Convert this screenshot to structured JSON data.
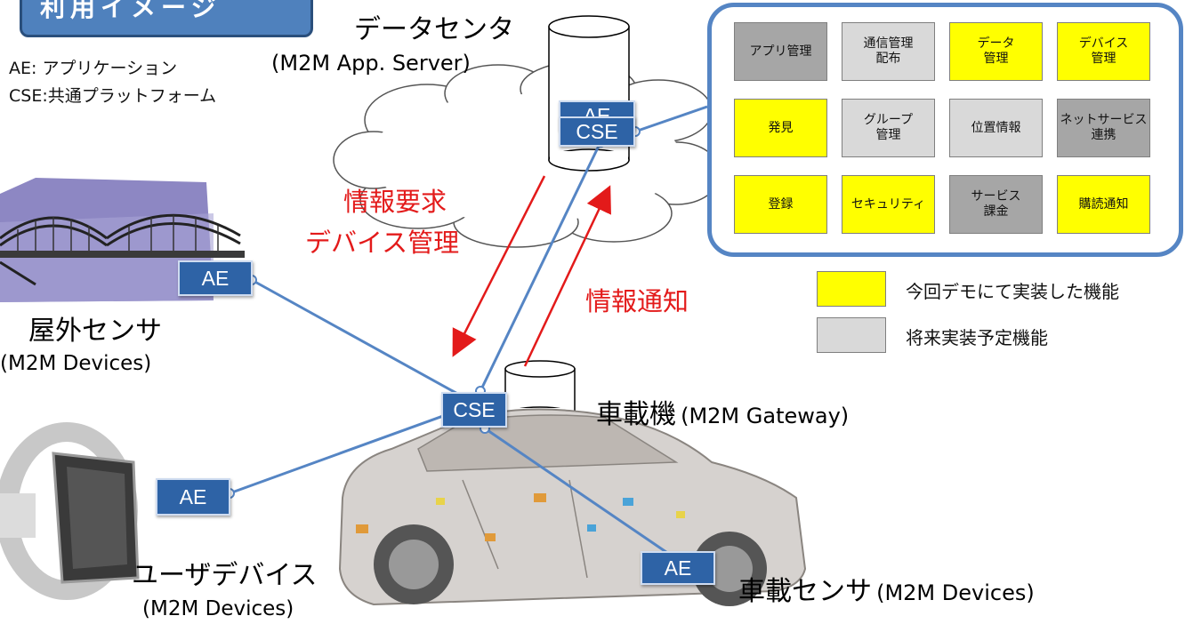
{
  "title_tab": {
    "text": "利用イメージ"
  },
  "abbrev": {
    "ae": "AE: アプリケーション",
    "cse": "CSE:共通プラットフォーム"
  },
  "data_center": {
    "name": "データセンタ",
    "sub": "(M2M App. Server)",
    "ae": "AE",
    "cse": "CSE"
  },
  "outdoor": {
    "name": "屋外センサ",
    "sub": "(M2M Devices)",
    "ae": "AE"
  },
  "user_device": {
    "name": "ユーザデバイス",
    "sub": "(M2M Devices)",
    "ae": "AE"
  },
  "gateway": {
    "name": "車載機",
    "sub": "(M2M Gateway)",
    "cse": "CSE"
  },
  "car_sensor": {
    "name": "車載センサ",
    "sub": "(M2M Devices)",
    "ae": "AE"
  },
  "arrows": {
    "request_line1": "情報要求",
    "request_line2": "デバイス管理",
    "notify": "情報通知"
  },
  "functions": [
    {
      "label": "アプリ管理",
      "status": "future"
    },
    {
      "label": "通信管理\n配布",
      "status": "future"
    },
    {
      "label": "データ\n管理",
      "status": "implemented"
    },
    {
      "label": "デバイス\n管理",
      "status": "implemented"
    },
    {
      "label": "発見",
      "status": "implemented"
    },
    {
      "label": "グループ\n管理",
      "status": "future"
    },
    {
      "label": "位置情報",
      "status": "future"
    },
    {
      "label": "ネットサービス\n連携",
      "status": "future"
    },
    {
      "label": "登録",
      "status": "implemented"
    },
    {
      "label": "セキュリティ",
      "status": "implemented"
    },
    {
      "label": "サービス\n課金",
      "status": "future"
    },
    {
      "label": "購読通知",
      "status": "implemented"
    }
  ],
  "legend": {
    "implemented": "今回デモにて実装した機能",
    "future": "将来実装予定機能"
  },
  "colors": {
    "implemented": "#ffff00",
    "future": "#d9d9d9",
    "future_dark": "#a6a6a6",
    "node": "#2e63a6",
    "line": "#5585c4",
    "arrow": "#e31a1a"
  }
}
